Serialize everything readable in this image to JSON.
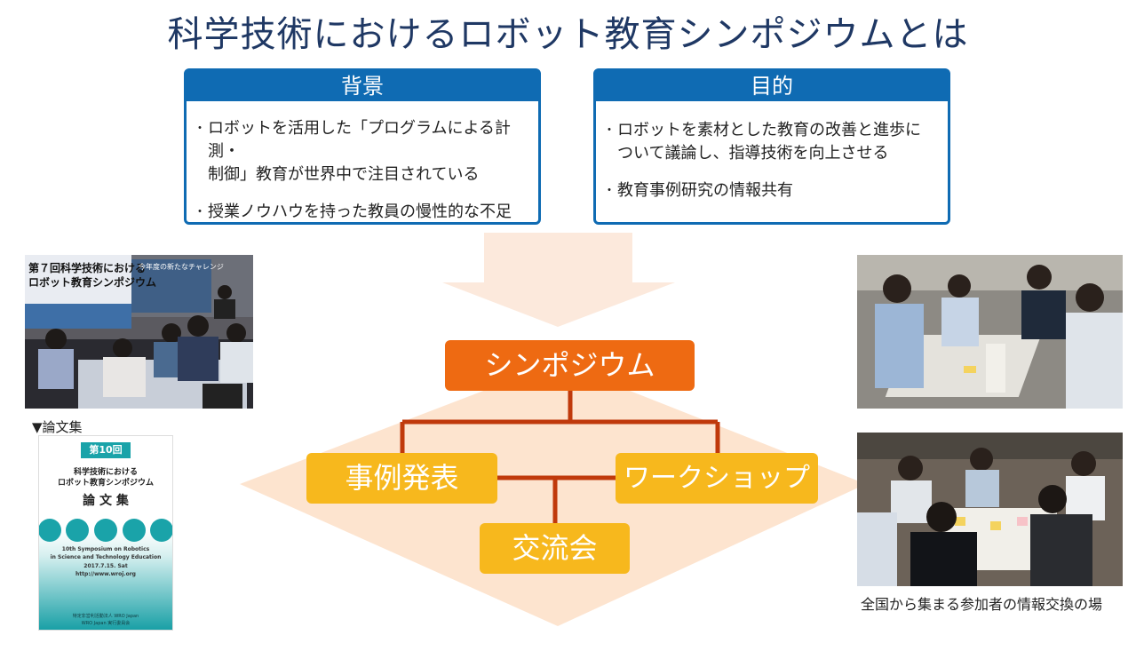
{
  "title": "科学技術におけるロボット教育シンポジウムとは",
  "background_panel": {
    "heading": "背景",
    "items": [
      {
        "lines": [
          "ロボットを活用した「プログラムによる計測・",
          "制御」教育が世界中で注目されている"
        ]
      },
      {
        "lines": [
          "授業ノウハウを持った教員の慢性的な不足"
        ]
      }
    ]
  },
  "purpose_panel": {
    "heading": "目的",
    "items": [
      {
        "lines": [
          "ロボットを素材とした教育の改善と進歩に",
          "ついて議論し、指導技術を向上させる"
        ]
      },
      {
        "lines": [
          "教育事例研究の情報共有"
        ]
      }
    ]
  },
  "diagram": {
    "center": "シンポジウム",
    "left": "事例発表",
    "right": "ワークショップ",
    "bottom": "交流会"
  },
  "photo_left": {
    "banner_line1": "第７回科学技術における",
    "banner_line2": "ロボット教育シンポジウム",
    "slide_text": "今年度の新たなチャレンジ"
  },
  "proceedings": {
    "label": "▼論文集",
    "badge": "第10回",
    "jp_title_line1": "科学技術における",
    "jp_title_line2": "ロボット教育シンポジウム",
    "jp_title_line3": "論 文 集",
    "en_line1": "10th Symposium on Robotics",
    "en_line2": "in Science and Technology Education",
    "en_date": "2017.7.15. Sat",
    "en_url": "http://www.wroj.org",
    "footer1": "特定非営利活動法人 WRO Japan",
    "footer2": "WRO Japan 実行委員会"
  },
  "right_caption": "全国から集まる参加者の情報交換の場",
  "colors": {
    "title": "#1f3864",
    "panel_blue": "#0f6bb3",
    "orange": "#ee6a12",
    "yellow": "#f7b81d",
    "line_red": "#c0390b",
    "diamond": "#fde4cf"
  }
}
